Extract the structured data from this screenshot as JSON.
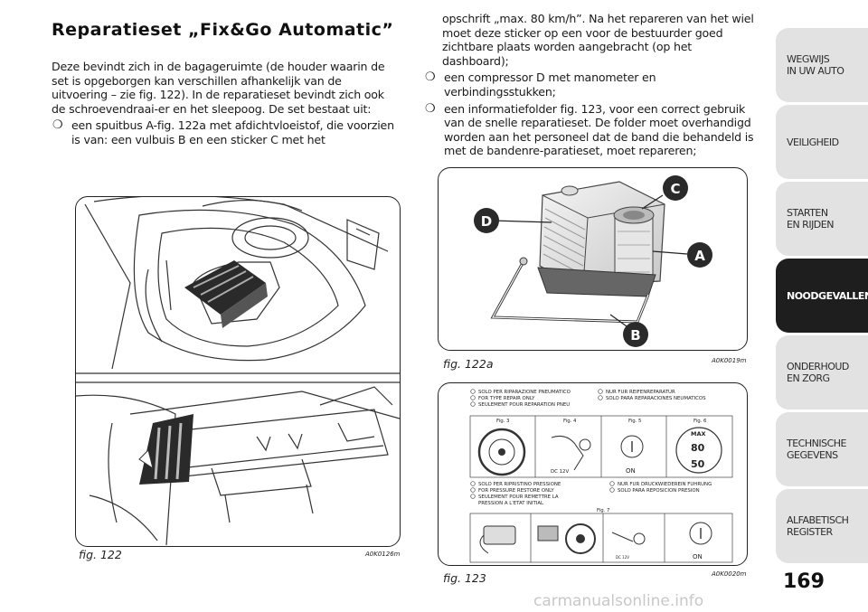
{
  "title": "Reparatieset „Fix&Go Automatic”",
  "col1": {
    "intro": "Deze bevindt zich in de bagageruimte (de houder waarin de set is opgeborgen kan verschillen afhankelijk van de uitvoering – zie fig. 122). In de reparatieset bevindt zich ook de schroevendraai-er en het sleepoog. De set bestaat uit:",
    "bullet1": "een spuitbus A-fig. 122a met afdichtvloeistof, die voorzien is van: een vulbuis B en een sticker C met het"
  },
  "col2": {
    "cont": "opschrift „max. 80 km/h”. Na het repareren van het wiel moet deze sticker op een voor de bestuurder goed zichtbare plaats worden aangebracht (op het dashboard);",
    "bullet2": "een compressor D met manometer en verbindingsstukken;",
    "bullet3": "een informatiefolder fig. 123, voor een correct gebruik van de snelle reparatieset. De folder moet overhandigd worden aan het personeel dat de band die behandeld is met de bandenre-paratieset, moet repareren;"
  },
  "bullet_mark": "❍",
  "figures": {
    "fig122": {
      "caption": "fig. 122",
      "code": "A0K0126m"
    },
    "fig122a": {
      "caption": "fig. 122a",
      "code": "A0K0019m",
      "callouts": [
        "C",
        "D",
        "A",
        "B"
      ]
    },
    "fig123": {
      "caption": "fig. 123",
      "code": "A0K0020m",
      "left_top": [
        "SOLO PER RIPARAZIONE PNEUMATICO",
        "FOR TYPE REPAIR ONLY",
        "SEULEMENT POUR REPARATION PNEU"
      ],
      "right_top": [
        "NUR FUR REIFENREPARATUR",
        "SOLO PARA REPARACIONES NEUMATICOS"
      ],
      "fig_labels": [
        "Fig. 3",
        "Fig. 4",
        "Fig. 5",
        "Fig. 6"
      ],
      "left_mid": [
        "SOLO PER RIPRISTINO PRESSIONE",
        "FOR PRESSURE RESTORE ONLY",
        "SEULEMENT POUR REMETTRE LA",
        "PRESSION A L'ETAT INITIAL"
      ],
      "right_mid": [
        "NUR FUR DRUCKWIEDEREIN FUHRUNG",
        "SOLO PARA REPOSICION PRESION"
      ],
      "fig7": "Fig. 7",
      "on": "ON",
      "dc": "DC 12V",
      "max": "MAX",
      "speed": [
        "80",
        "50"
      ]
    }
  },
  "nav": [
    {
      "label": "WEGWIJS\nIN UW AUTO",
      "active": false
    },
    {
      "label": "VEILIGHEID",
      "active": false
    },
    {
      "label": "STARTEN\nEN RIJDEN",
      "active": false
    },
    {
      "label": "NOODGEVALLEN",
      "active": true
    },
    {
      "label": "ONDERHOUD\nEN ZORG",
      "active": false
    },
    {
      "label": "TECHNISCHE\nGEGEVENS",
      "active": false
    },
    {
      "label": "ALFABETISCH\nREGISTER",
      "active": false
    }
  ],
  "page_number": "169",
  "watermark": "carmanualsonline.info"
}
